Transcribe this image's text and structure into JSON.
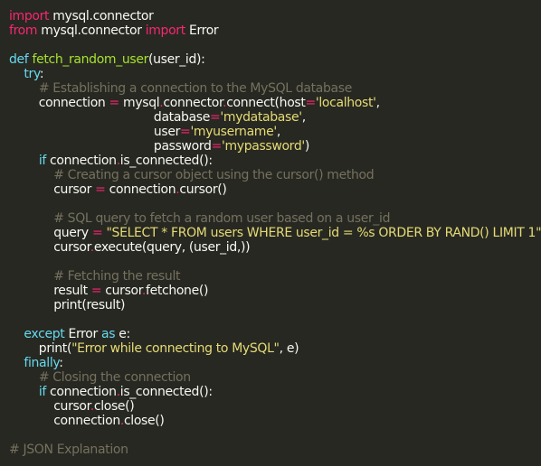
{
  "colors": {
    "background": "#272822",
    "keyword": "#f92672",
    "builtin": "#66d9ef",
    "function": "#a6e22e",
    "string": "#e6db74",
    "comment": "#75715e",
    "plain": "#f8f8f2"
  },
  "code": {
    "lines": [
      [
        {
          "t": "kw",
          "v": "import"
        },
        {
          "t": "pl",
          "v": " mysql.connector"
        }
      ],
      [
        {
          "t": "kw",
          "v": "from"
        },
        {
          "t": "pl",
          "v": " mysql.connector "
        },
        {
          "t": "kw",
          "v": "import"
        },
        {
          "t": "pl",
          "v": " Error"
        }
      ],
      [],
      [
        {
          "t": "bl",
          "v": "def"
        },
        {
          "t": "pl",
          "v": " "
        },
        {
          "t": "fn",
          "v": "fetch_random_user"
        },
        {
          "t": "pl",
          "v": "(user_id):"
        }
      ],
      [
        {
          "t": "pl",
          "v": "    "
        },
        {
          "t": "bl",
          "v": "try"
        },
        {
          "t": "pl",
          "v": ":"
        }
      ],
      [
        {
          "t": "pl",
          "v": "        "
        },
        {
          "t": "cm",
          "v": "# Establishing a connection to the MySQL database"
        }
      ],
      [
        {
          "t": "pl",
          "v": "        connection "
        },
        {
          "t": "op",
          "v": "="
        },
        {
          "t": "pl",
          "v": " mysql"
        },
        {
          "t": "op",
          "v": "."
        },
        {
          "t": "pl",
          "v": "connector"
        },
        {
          "t": "op",
          "v": "."
        },
        {
          "t": "pl",
          "v": "connect(host"
        },
        {
          "t": "op",
          "v": "="
        },
        {
          "t": "st",
          "v": "'localhost'"
        },
        {
          "t": "pl",
          "v": ","
        }
      ],
      [
        {
          "t": "pl",
          "v": "                                       database"
        },
        {
          "t": "op",
          "v": "="
        },
        {
          "t": "st",
          "v": "'mydatabase'"
        },
        {
          "t": "pl",
          "v": ","
        }
      ],
      [
        {
          "t": "pl",
          "v": "                                       user"
        },
        {
          "t": "op",
          "v": "="
        },
        {
          "t": "st",
          "v": "'myusername'"
        },
        {
          "t": "pl",
          "v": ","
        }
      ],
      [
        {
          "t": "pl",
          "v": "                                       password"
        },
        {
          "t": "op",
          "v": "="
        },
        {
          "t": "st",
          "v": "'mypassword'"
        },
        {
          "t": "pl",
          "v": ")"
        }
      ],
      [
        {
          "t": "pl",
          "v": "        "
        },
        {
          "t": "bl",
          "v": "if"
        },
        {
          "t": "pl",
          "v": " connection"
        },
        {
          "t": "op",
          "v": "."
        },
        {
          "t": "pl",
          "v": "is_connected():"
        }
      ],
      [
        {
          "t": "pl",
          "v": "            "
        },
        {
          "t": "cm",
          "v": "# Creating a cursor object using the cursor() method"
        }
      ],
      [
        {
          "t": "pl",
          "v": "            cursor "
        },
        {
          "t": "op",
          "v": "="
        },
        {
          "t": "pl",
          "v": " connection"
        },
        {
          "t": "op",
          "v": "."
        },
        {
          "t": "pl",
          "v": "cursor()"
        }
      ],
      [],
      [
        {
          "t": "pl",
          "v": "            "
        },
        {
          "t": "cm",
          "v": "# SQL query to fetch a random user based on a user_id"
        }
      ],
      [
        {
          "t": "pl",
          "v": "            query "
        },
        {
          "t": "op",
          "v": "="
        },
        {
          "t": "pl",
          "v": " "
        },
        {
          "t": "st",
          "v": "\"SELECT * FROM users WHERE user_id = %s ORDER BY RAND() LIMIT 1\""
        }
      ],
      [
        {
          "t": "pl",
          "v": "            cursor"
        },
        {
          "t": "op",
          "v": "."
        },
        {
          "t": "pl",
          "v": "execute(query, (user_id,))"
        }
      ],
      [],
      [
        {
          "t": "pl",
          "v": "            "
        },
        {
          "t": "cm",
          "v": "# Fetching the result"
        }
      ],
      [
        {
          "t": "pl",
          "v": "            result "
        },
        {
          "t": "op",
          "v": "="
        },
        {
          "t": "pl",
          "v": " cursor"
        },
        {
          "t": "op",
          "v": "."
        },
        {
          "t": "pl",
          "v": "fetchone()"
        }
      ],
      [
        {
          "t": "pl",
          "v": "            print(result)"
        }
      ],
      [],
      [
        {
          "t": "pl",
          "v": "    "
        },
        {
          "t": "bl",
          "v": "except"
        },
        {
          "t": "pl",
          "v": " Error "
        },
        {
          "t": "bl",
          "v": "as"
        },
        {
          "t": "pl",
          "v": " e:"
        }
      ],
      [
        {
          "t": "pl",
          "v": "        print("
        },
        {
          "t": "st",
          "v": "\"Error while connecting to MySQL\""
        },
        {
          "t": "pl",
          "v": ", e)"
        }
      ],
      [
        {
          "t": "pl",
          "v": "    "
        },
        {
          "t": "bl",
          "v": "finally"
        },
        {
          "t": "pl",
          "v": ":"
        }
      ],
      [
        {
          "t": "pl",
          "v": "        "
        },
        {
          "t": "cm",
          "v": "# Closing the connection"
        }
      ],
      [
        {
          "t": "pl",
          "v": "        "
        },
        {
          "t": "bl",
          "v": "if"
        },
        {
          "t": "pl",
          "v": " connection"
        },
        {
          "t": "op",
          "v": "."
        },
        {
          "t": "pl",
          "v": "is_connected():"
        }
      ],
      [
        {
          "t": "pl",
          "v": "            cursor"
        },
        {
          "t": "op",
          "v": "."
        },
        {
          "t": "pl",
          "v": "close()"
        }
      ],
      [
        {
          "t": "pl",
          "v": "            connection"
        },
        {
          "t": "op",
          "v": "."
        },
        {
          "t": "pl",
          "v": "close()"
        }
      ],
      [],
      [
        {
          "t": "cm",
          "v": "# JSON Explanation"
        }
      ]
    ]
  }
}
